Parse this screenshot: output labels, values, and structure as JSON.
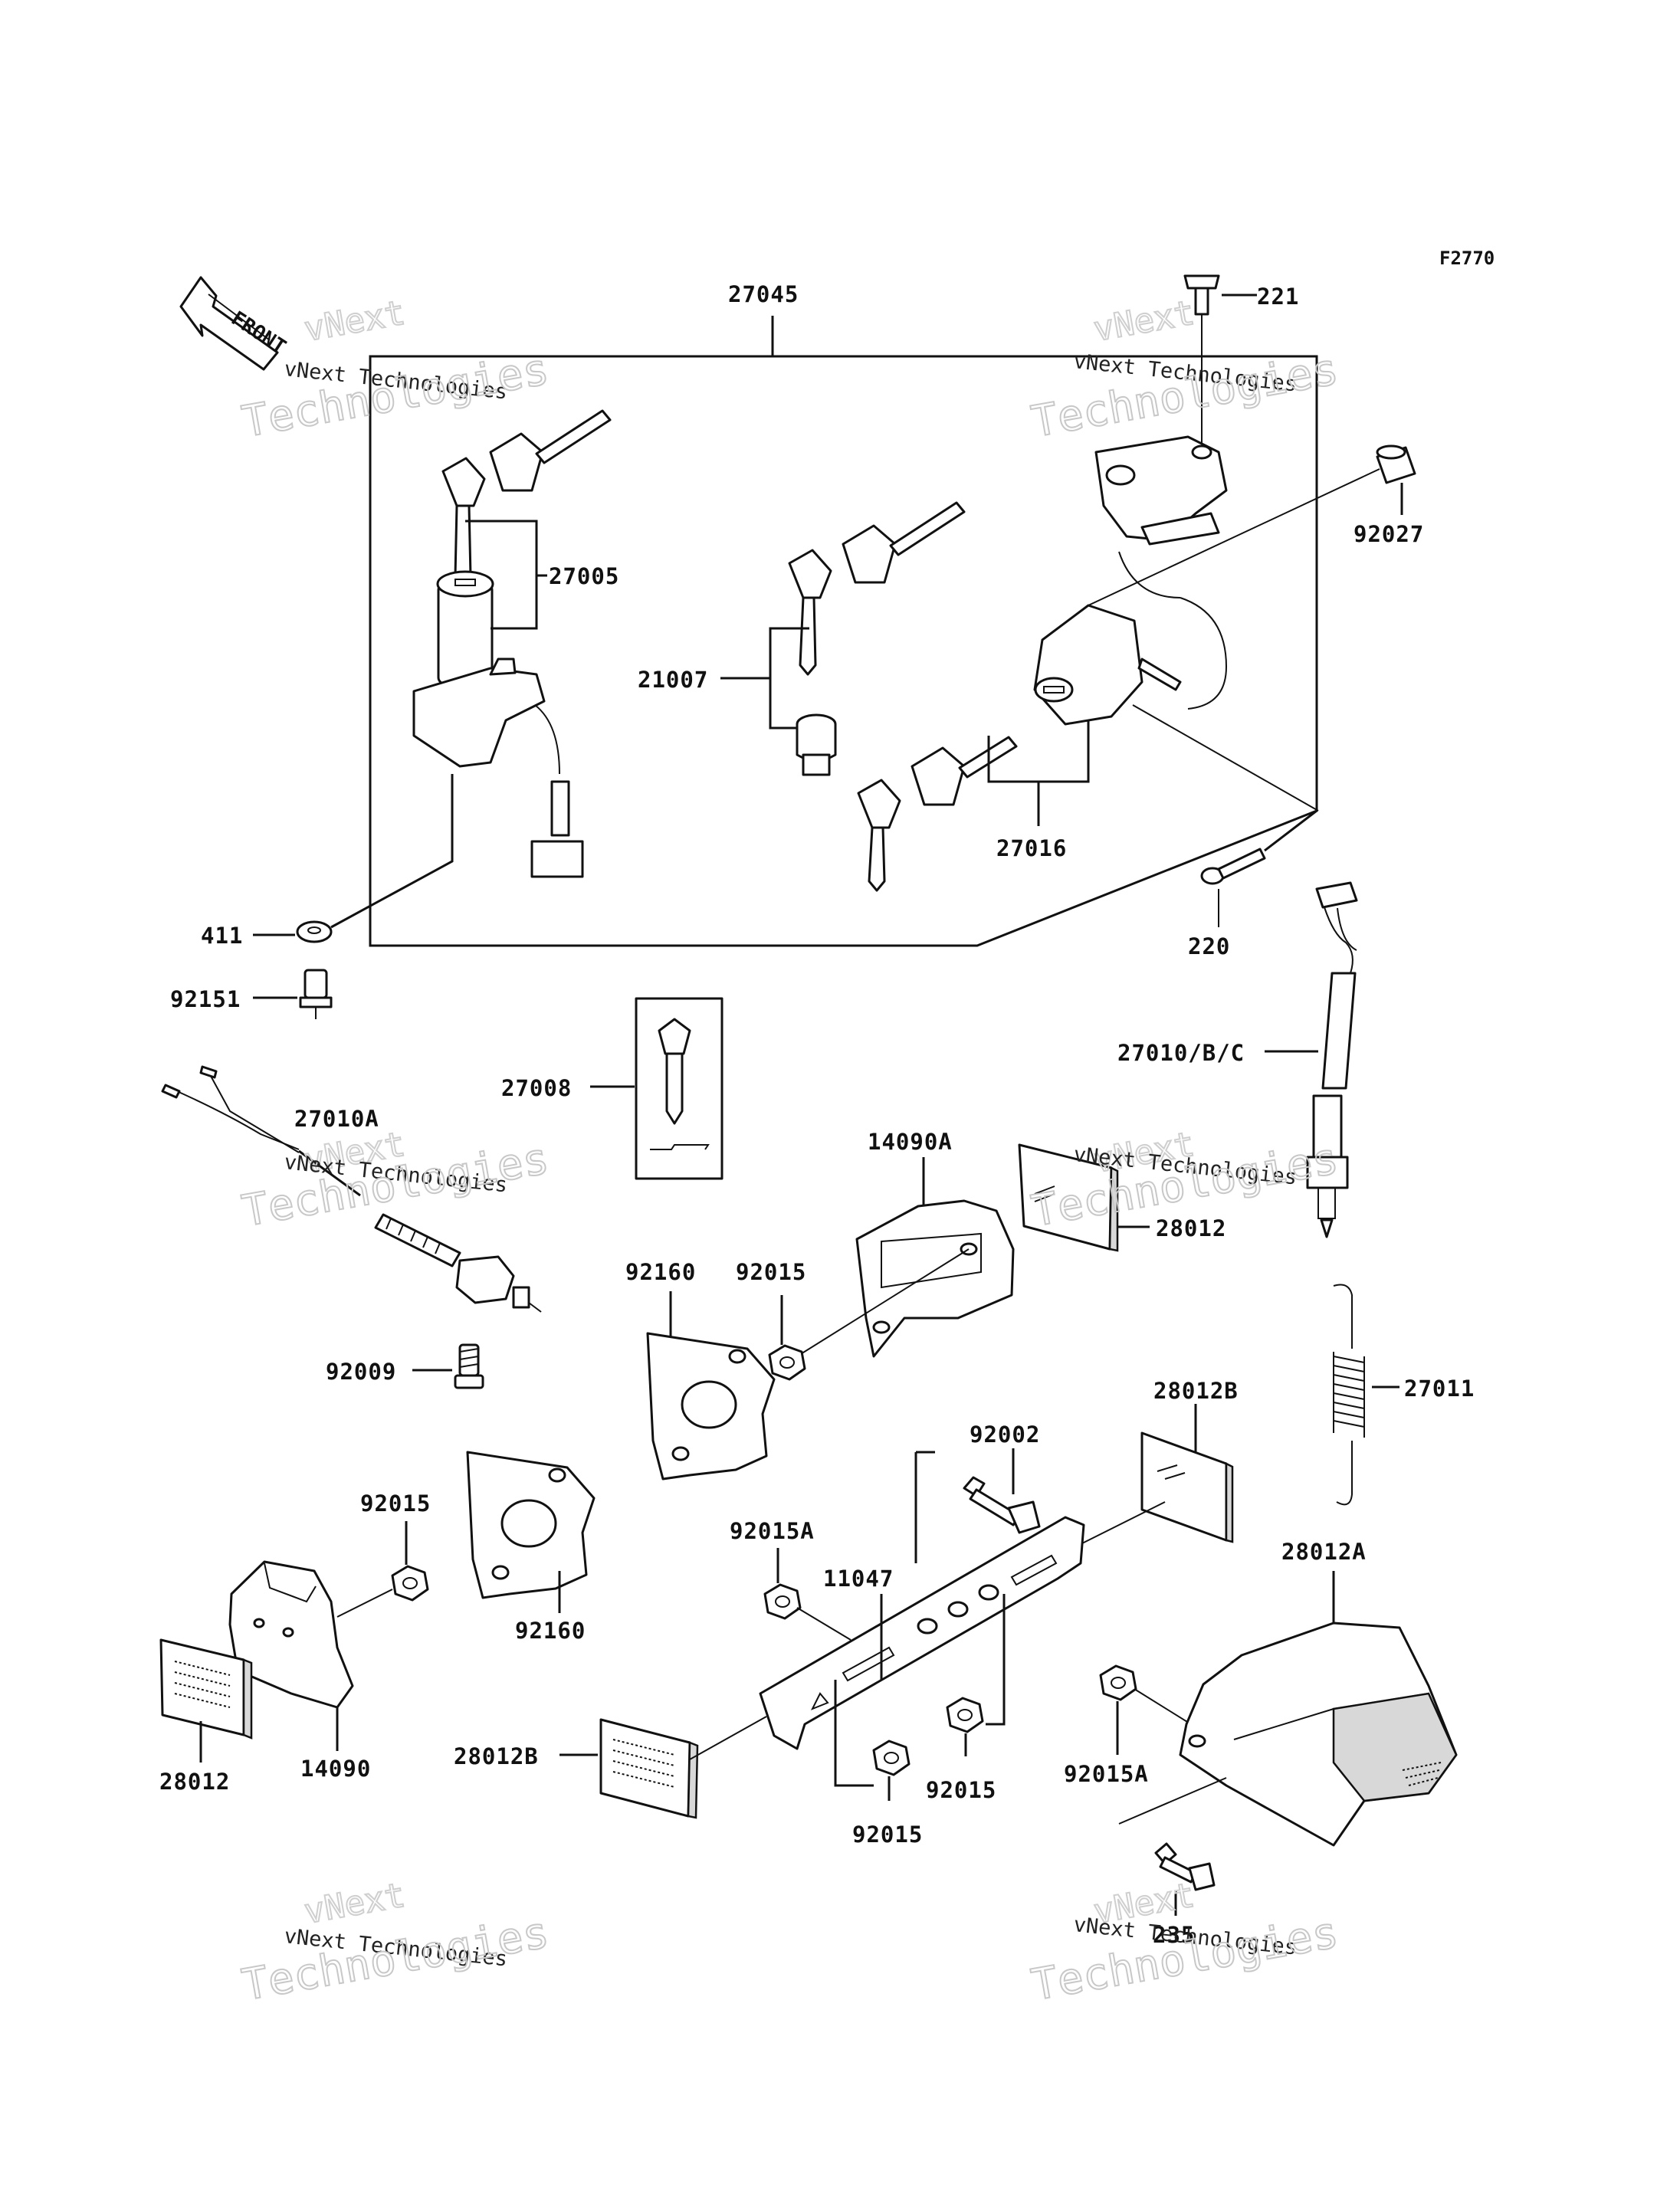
{
  "figure_code": "F2770",
  "front_marker": "FRONT",
  "watermark": {
    "line1": "vNext Technologies",
    "line2": "Technologies",
    "line0": "vNext"
  },
  "parts": {
    "p27045": "27045",
    "p221": "221",
    "p92027": "92027",
    "p27005": "27005",
    "p21007": "21007",
    "p27016": "27016",
    "p411": "411",
    "p92151": "92151",
    "p220": "220",
    "p27008": "27008",
    "p27010bc": "27010/B/C",
    "p27010a": "27010A",
    "p14090a": "14090A",
    "p28012_top": "28012",
    "p92160_a": "92160",
    "p92015_a": "92015",
    "p92009": "92009",
    "p27011": "27011",
    "p28012b_right": "28012B",
    "p92002": "92002",
    "p92015a_left": "92015A",
    "p11047": "11047",
    "p92015_b": "92015",
    "p92160_b": "92160",
    "p28012a": "28012A",
    "p28012_bottom": "28012",
    "p14090": "14090",
    "p28012b_left": "28012B",
    "p92015_c": "92015",
    "p92015_d": "92015",
    "p92015a_right": "92015A",
    "p235": "235"
  }
}
